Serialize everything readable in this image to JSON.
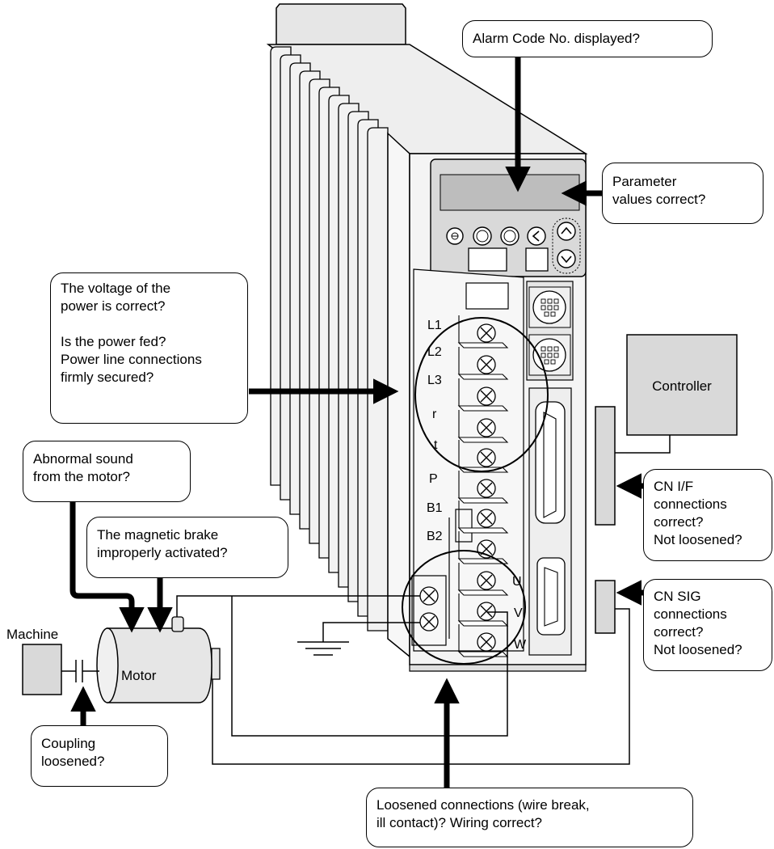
{
  "callouts": {
    "alarm": "Alarm Code No. displayed?",
    "parameter": "Parameter\nvalues correct?",
    "power": "The voltage of the\npower is correct?\n\nIs the power fed?\nPower line connections\nfirmly secured?",
    "abnormal_sound": "Abnormal sound\nfrom the motor?",
    "brake": "The magnetic brake\nimproperly activated?",
    "cn_if": "CN I/F\nconnections\ncorrect?\nNot loosened?",
    "cn_sig": "CN SIG\nconnections\ncorrect?\nNot loosened?",
    "coupling": "Coupling\nloosened?",
    "loosened": "Loosened connections (wire break,\n ill contact)? Wiring correct?"
  },
  "labels": {
    "controller": "Controller",
    "machine": "Machine",
    "motor": "Motor"
  },
  "terminals": {
    "l1": "L1",
    "l2": "L2",
    "l3": "L3",
    "r": "r",
    "t": "t",
    "p": "P",
    "b1": "B1",
    "b2": "B2",
    "u": "U",
    "v": "V",
    "w": "W"
  },
  "colors": {
    "line": "#000000",
    "panel_gray": "#d9d9d9",
    "display_gray": "#bdbdbd",
    "fill_light": "#e6e6e6"
  }
}
